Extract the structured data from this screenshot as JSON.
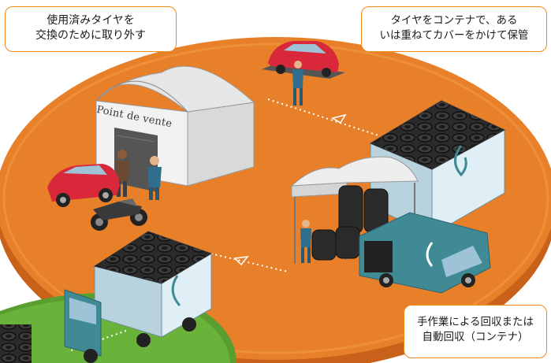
{
  "callouts": {
    "remove_tires": [
      "使用済みタイヤを",
      "交換のために取り外す"
    ],
    "storage": [
      "タイヤをコンテナで、ある",
      "いは重ねてカバーをかけて保管"
    ],
    "collection": [
      "手作業による回収または",
      "自動回収（コンテナ）"
    ]
  },
  "store_sign": "Point de vente",
  "colors": {
    "platform": "#e8802a",
    "platform_dark": "#c8611a",
    "grass": "#6ab33a",
    "callout_border": "#f08a1c",
    "truck_cab": "#3f8a95",
    "container": "#dfeff5",
    "car": "#d8283a"
  },
  "icons": [
    "store-building",
    "red-car",
    "motorcycle",
    "mechanic",
    "customer",
    "tire-container",
    "tire-stack",
    "canopy-tent",
    "delivery-van",
    "collection-truck",
    "direction-arrow"
  ]
}
